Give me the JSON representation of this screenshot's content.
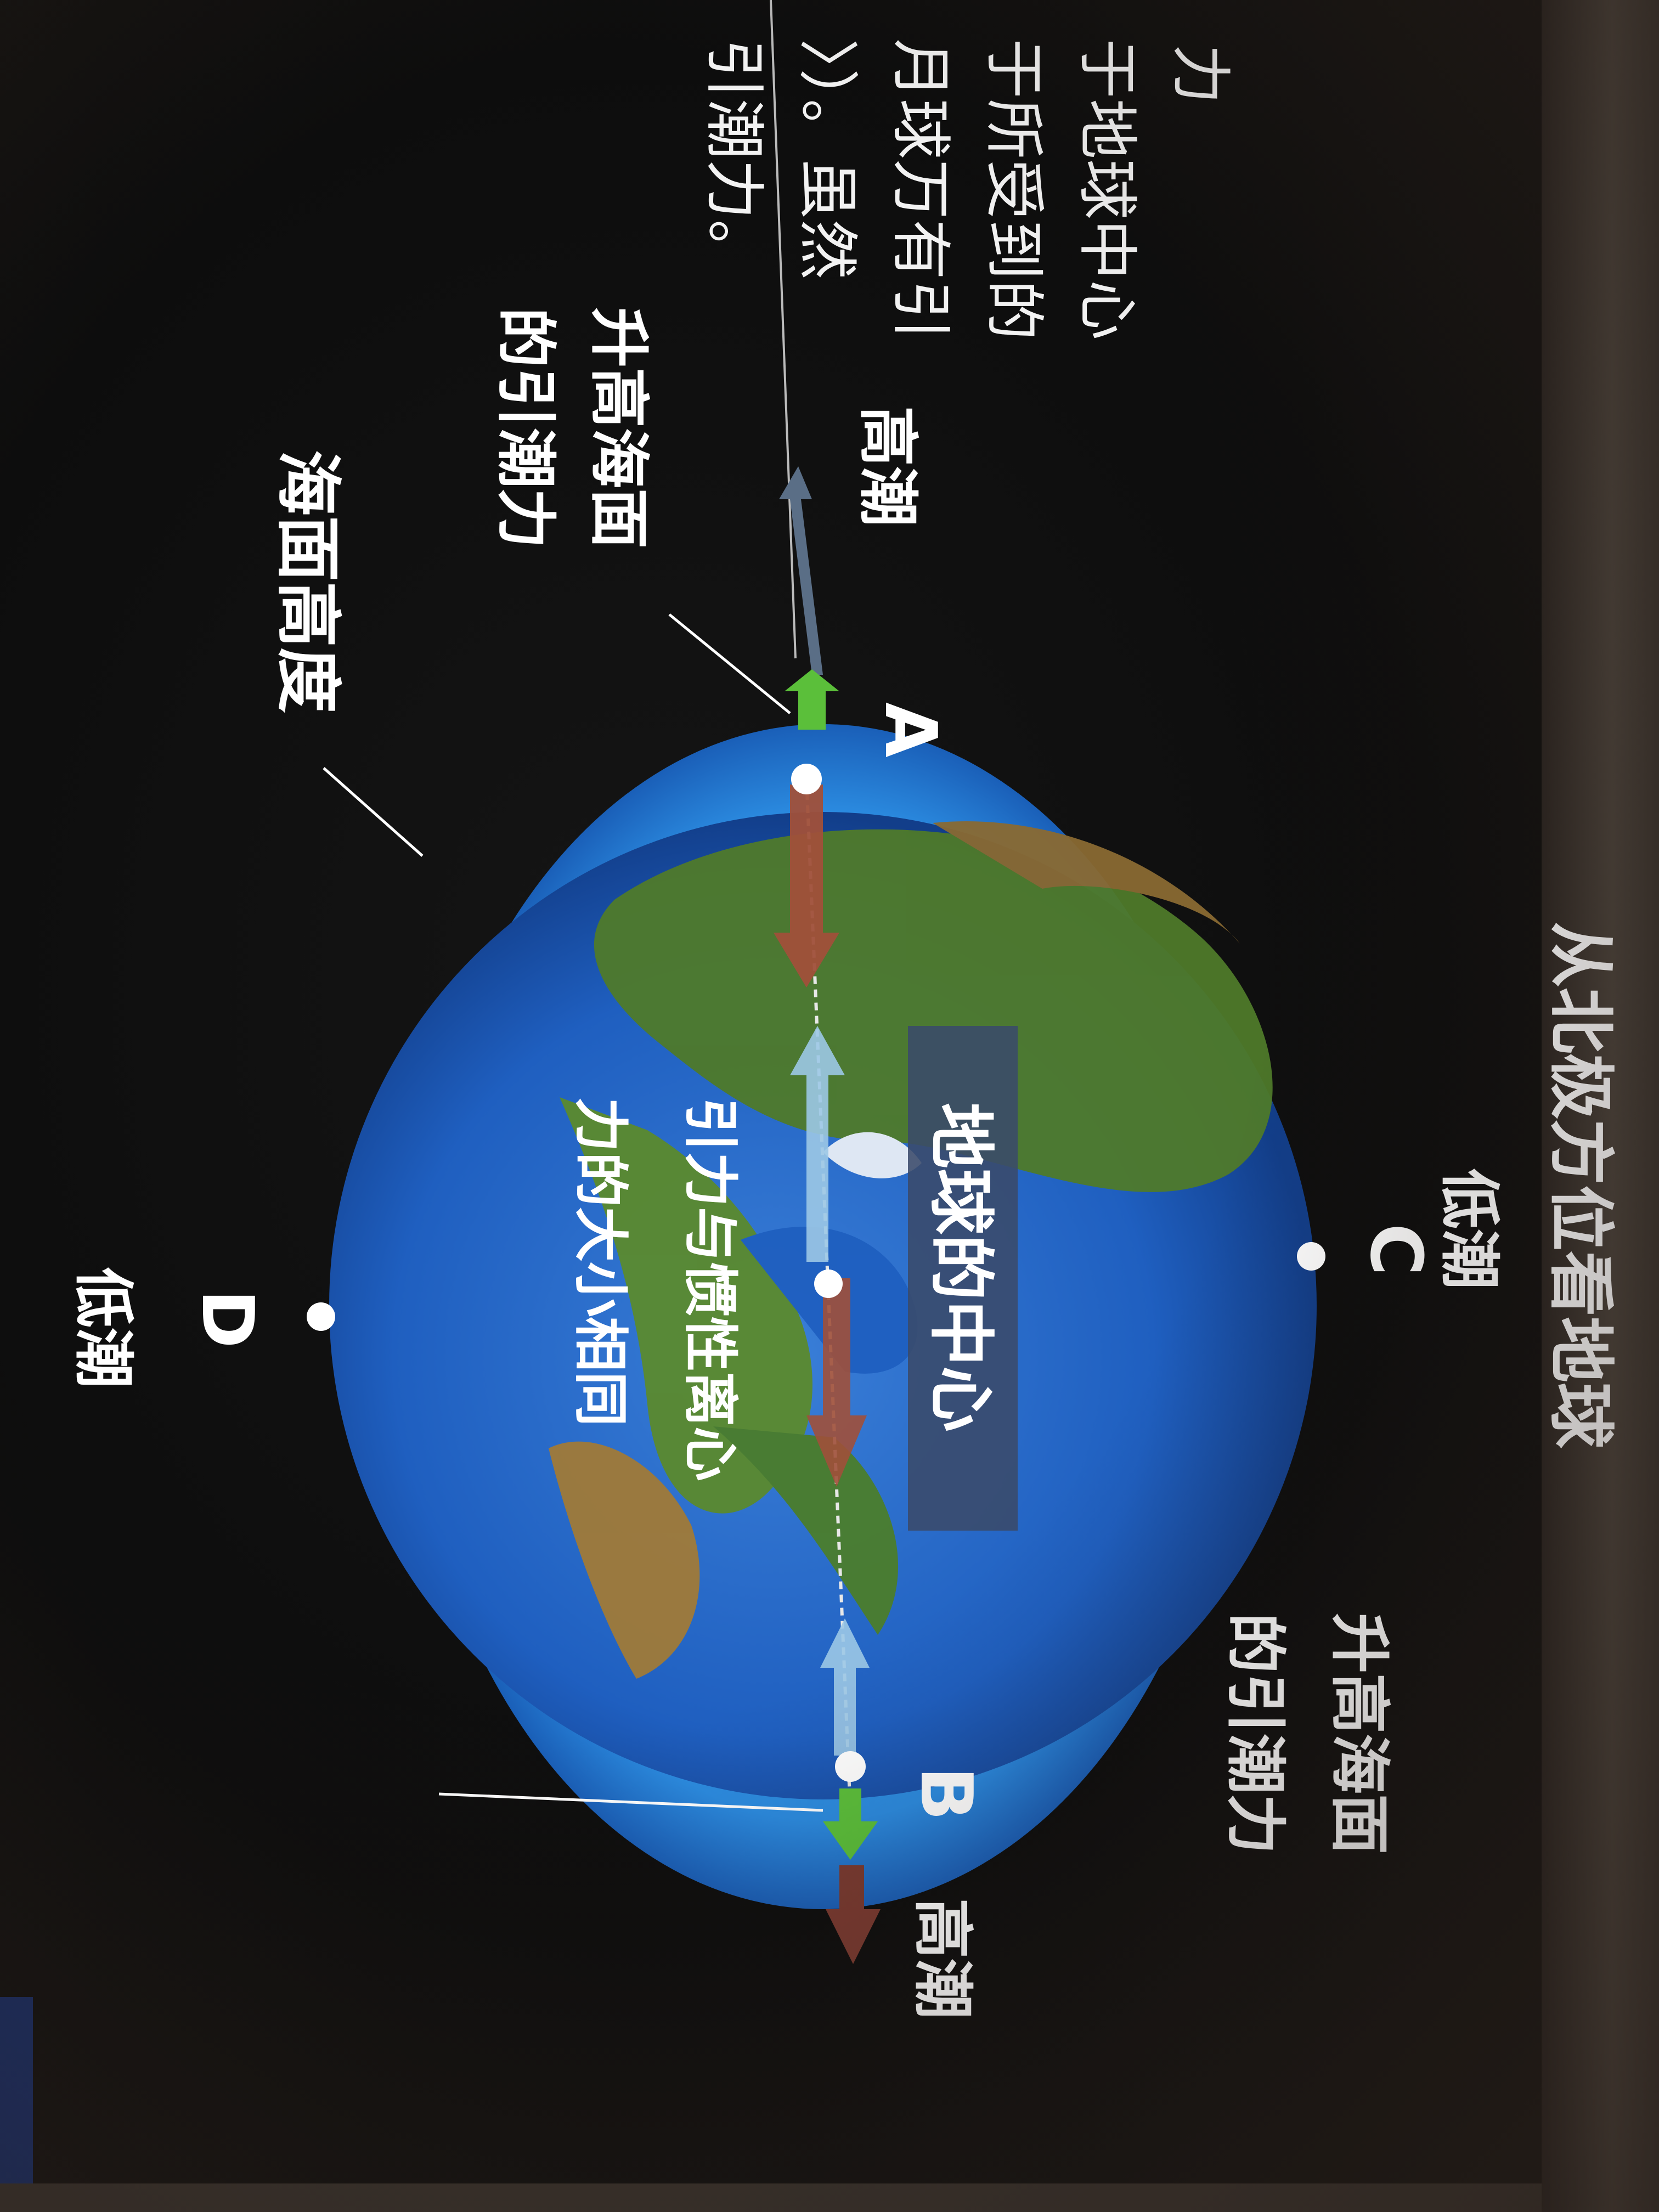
{
  "background_text": {
    "lines": [
      "力",
      "于地球中心",
      "于所受到的",
      "月球万有引",
      "〉）。虽然",
      "引潮力。"
    ]
  },
  "figure": {
    "title": "从北极方位看地球",
    "center_label": "地球的中心",
    "center_note": [
      "引力与惯性离心",
      "力的大小相同"
    ],
    "points": {
      "A": "A",
      "B": "B",
      "C": "C",
      "D": "D"
    },
    "high_tide_A": "高潮",
    "high_tide_B": "高潮",
    "low_tide_C": "低潮",
    "low_tide_D": "低潮",
    "raising_force_A": [
      "升高海面",
      "的引潮力"
    ],
    "raising_force_B": [
      "升高海面",
      "的引潮力"
    ],
    "sea_level_height": "海面高度"
  },
  "colors": {
    "ocean": "#1f63c4",
    "tide_bulge": "#2c8fe0",
    "gravity_arrow": "#a0503a",
    "centrifugal_arrow": "#9cc8e6",
    "tidal_force_arrow": "#5bbf3a",
    "label_box": "#3a4a6a"
  }
}
